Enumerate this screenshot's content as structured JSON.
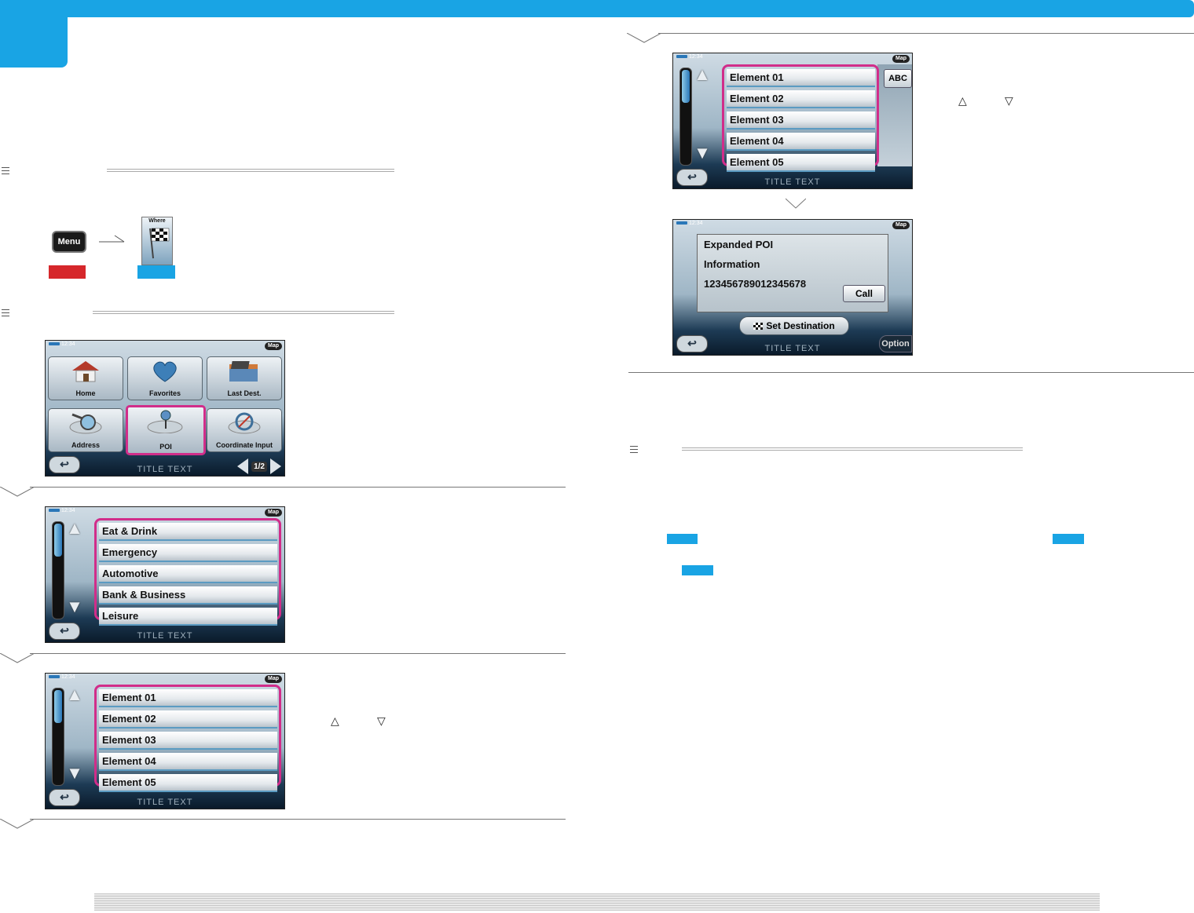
{
  "colors": {
    "accent": "#19a4e4",
    "highlight": "#d12d8a",
    "red": "#d6272b"
  },
  "path": {
    "menu_label": "Menu",
    "where_label": "Where"
  },
  "common": {
    "time": "12:34",
    "map_label": "Map",
    "title_text": "TITLE TEXT"
  },
  "main_menu": {
    "tiles": [
      {
        "label": "Home",
        "icon": "home-icon"
      },
      {
        "label": "Favorites",
        "icon": "heart-icon"
      },
      {
        "label": "Last Dest.",
        "icon": "folder-icon"
      },
      {
        "label": "Address",
        "icon": "magnifier-icon"
      },
      {
        "label": "POI",
        "icon": "pin-icon"
      },
      {
        "label": "Coordinate Input",
        "icon": "compass-icon"
      }
    ],
    "page": "1/2"
  },
  "poi_categories": [
    "Eat & Drink",
    "Emergency",
    "Automotive",
    "Bank & Business",
    "Leisure"
  ],
  "elements": [
    "Element 01",
    "Element 02",
    "Element 03",
    "Element 04",
    "Element 05"
  ],
  "abc_label": "ABC",
  "expanded": {
    "line1": "Expanded POI",
    "line2": "Information",
    "line3": "123456789012345678",
    "call": "Call",
    "set_destination": "Set Destination",
    "option": "Option"
  },
  "glyphs": {
    "up": "△",
    "down": "▽",
    "arrow_right": "⟶"
  }
}
